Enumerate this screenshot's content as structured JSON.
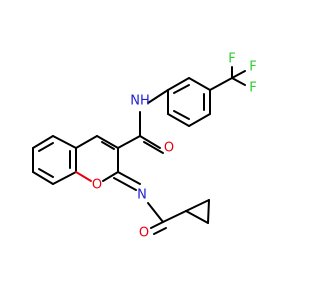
{
  "molecule": {
    "atoms": {
      "amide_nh": "NH",
      "amide_o": "O",
      "ring_o": "O",
      "imine_n": "N",
      "acyl_o": "O",
      "f1": "F",
      "f2": "F",
      "f3": "F"
    },
    "colors": {
      "carbon": "#000000",
      "oxygen": "#e8000f",
      "nitrogen": "#1f1fd8",
      "fluorine": "#33cc33"
    }
  }
}
